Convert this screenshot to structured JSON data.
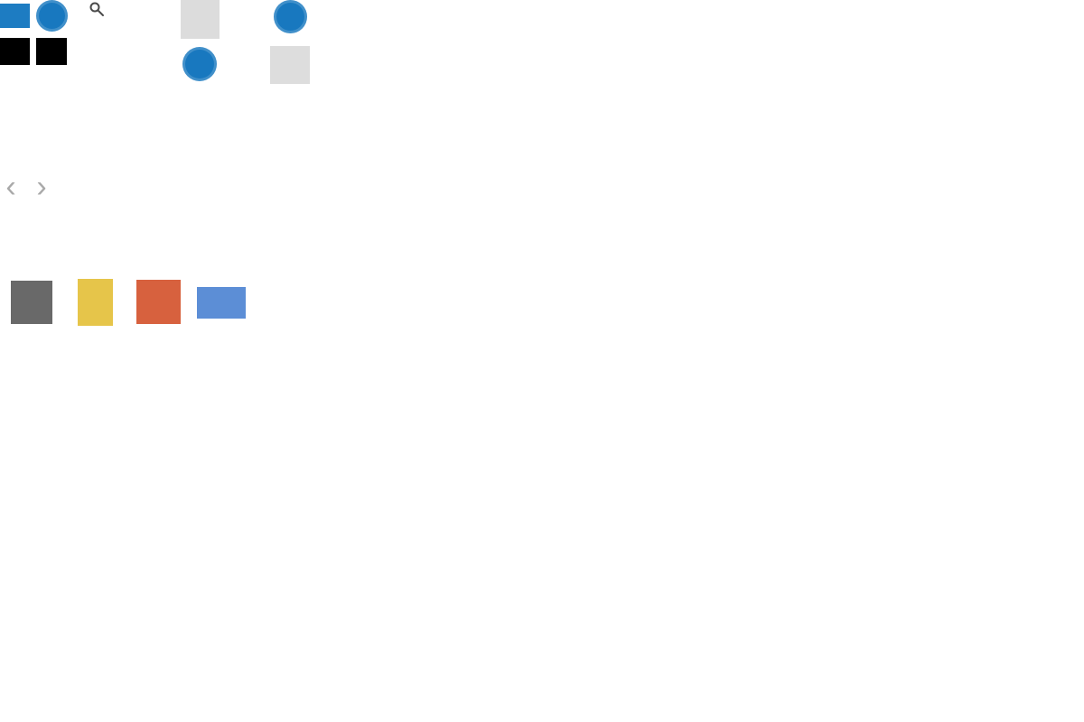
{
  "header": {
    "logo_tile": {
      "color": "#1d7cc2"
    },
    "profile_icon_1": {
      "color": "#1878bf"
    },
    "profile_icon_2": {
      "color": "#1878bf"
    },
    "profile_icon_3": {
      "color": "#1878bf"
    },
    "search_icon": {
      "color": "#4a4a4a"
    },
    "menu_tile_1": {
      "color": "#000000"
    },
    "menu_tile_2": {
      "color": "#000000"
    },
    "image_placeholder_1": {
      "color": "#dcdcdc"
    },
    "image_placeholder_2": {
      "color": "#dddddd"
    }
  },
  "carousel": {
    "prev_label": "‹",
    "next_label": "›",
    "arrow_color": "#a9a9a9"
  },
  "thumbnails": {
    "items": [
      {
        "name": "gray-thumbnail",
        "color": "#696969"
      },
      {
        "name": "yellow-thumbnail",
        "color": "#e6c54a"
      },
      {
        "name": "orange-thumbnail",
        "color": "#d7613e"
      },
      {
        "name": "blue-thumbnail",
        "color": "#5c8ed6"
      }
    ]
  },
  "page": {
    "background": "#ffffff"
  }
}
